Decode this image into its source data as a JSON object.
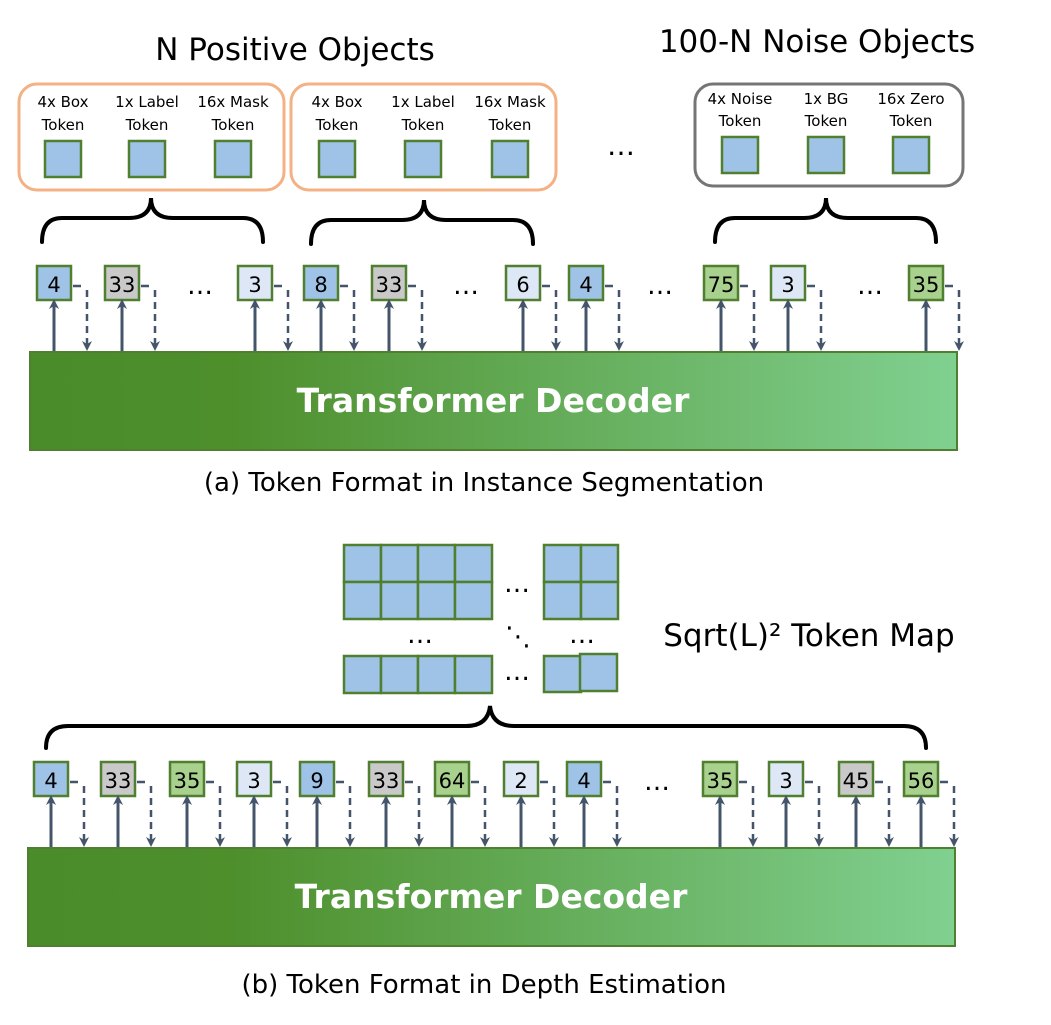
{
  "part_a": {
    "positive_heading": "N Positive Objects",
    "noise_heading": "100-N Noise Objects",
    "positive_groups": [
      {
        "labels": [
          "4x Box\nToken",
          "1x Label\nToken",
          "16x Mask\nToken"
        ]
      },
      {
        "labels": [
          "4x Box\nToken",
          "1x Label\nToken",
          "16x Mask\nToken"
        ]
      }
    ],
    "noise_group": {
      "labels": [
        "4x Noise\nToken",
        "1x BG\nToken",
        "16x Zero\nToken"
      ]
    },
    "group_ellipsis": "…",
    "sequence": [
      {
        "kind": "token",
        "text": "4",
        "color": "#9fc3e7"
      },
      {
        "kind": "token",
        "text": "33",
        "color": "#c9c9c9"
      },
      {
        "kind": "ellipsis",
        "text": "…"
      },
      {
        "kind": "token",
        "text": "3",
        "color": "#dde7f5"
      },
      {
        "kind": "token",
        "text": "8",
        "color": "#9fc3e7"
      },
      {
        "kind": "token",
        "text": "33",
        "color": "#c9c9c9"
      },
      {
        "kind": "ellipsis",
        "text": "…"
      },
      {
        "kind": "token",
        "text": "6",
        "color": "#dde7f5"
      },
      {
        "kind": "token",
        "text": "4",
        "color": "#9fc3e7"
      },
      {
        "kind": "ellipsis",
        "text": "…"
      },
      {
        "kind": "token",
        "text": "75",
        "color": "#a9d18e"
      },
      {
        "kind": "token",
        "text": "3",
        "color": "#dde7f5"
      },
      {
        "kind": "ellipsis",
        "text": "…"
      },
      {
        "kind": "token",
        "text": "35",
        "color": "#a9d18e"
      }
    ],
    "decoder_label": "Transformer Decoder",
    "caption": "(a) Token Format in Instance Segmentation"
  },
  "part_b": {
    "token_map_label": "Sqrt(L)² Token Map",
    "map_ellipsis": "…",
    "map_diag_ellipsis": "⋱",
    "sequence": [
      {
        "kind": "token",
        "text": "4",
        "color": "#9fc3e7"
      },
      {
        "kind": "token",
        "text": "33",
        "color": "#c9c9c9"
      },
      {
        "kind": "token",
        "text": "35",
        "color": "#a9d18e"
      },
      {
        "kind": "token",
        "text": "3",
        "color": "#dde7f5"
      },
      {
        "kind": "token",
        "text": "9",
        "color": "#9fc3e7"
      },
      {
        "kind": "token",
        "text": "33",
        "color": "#c9c9c9"
      },
      {
        "kind": "token",
        "text": "64",
        "color": "#a9d18e"
      },
      {
        "kind": "token",
        "text": "2",
        "color": "#dde7f5"
      },
      {
        "kind": "token",
        "text": "4",
        "color": "#9fc3e7"
      },
      {
        "kind": "ellipsis",
        "text": "…"
      },
      {
        "kind": "token",
        "text": "35",
        "color": "#a9d18e"
      },
      {
        "kind": "token",
        "text": "3",
        "color": "#dde7f5"
      },
      {
        "kind": "token",
        "text": "45",
        "color": "#c9c9c9"
      },
      {
        "kind": "token",
        "text": "56",
        "color": "#a9d18e"
      }
    ],
    "decoder_label": "Transformer Decoder",
    "caption": "(b) Token Format in Depth Estimation"
  },
  "colors": {
    "token_border": "#4f7f2f",
    "cell_fill": "#9fc3e7",
    "positive_border": "#f4b183",
    "noise_border": "#757575",
    "arrow": "#44546a",
    "decoder_start": "#4a8c2a",
    "decoder_end": "#7fcf8f"
  }
}
